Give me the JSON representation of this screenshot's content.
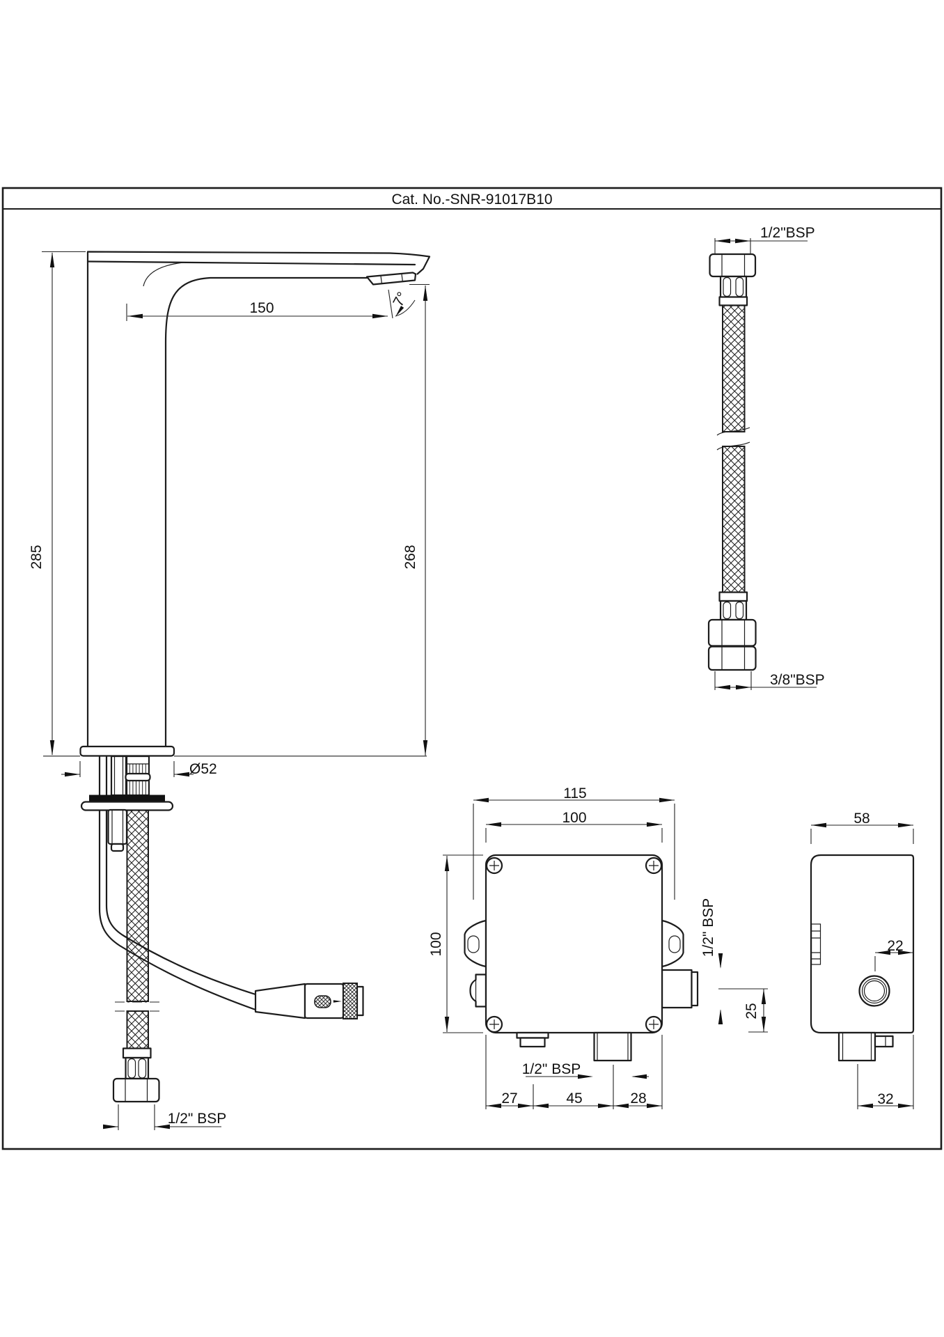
{
  "title": "Cat. No.-SNR-91017B10",
  "faucet_view": {
    "height_overall": "285",
    "height_spout": "268",
    "spout_reach": "150",
    "spout_angle": "7°",
    "base_diameter": "Ø52",
    "hose_thread": "1/2\" BSP"
  },
  "hose_view": {
    "top_thread": "1/2\"BSP",
    "bottom_thread": "3/8\"BSP"
  },
  "control_box_front": {
    "tab_hole_spacing": "115",
    "box_width": "100",
    "box_height": "100",
    "outlet_thread": "1/2\" BSP",
    "outlet_offset": "25",
    "inlet_thread": "1/2\" BSP",
    "inlet_left_offset": "27",
    "inlet_spacing": "45",
    "inlet_right_offset": "28"
  },
  "control_box_side": {
    "depth": "58",
    "sensor_offset": "22",
    "inlet_depth": "32"
  }
}
